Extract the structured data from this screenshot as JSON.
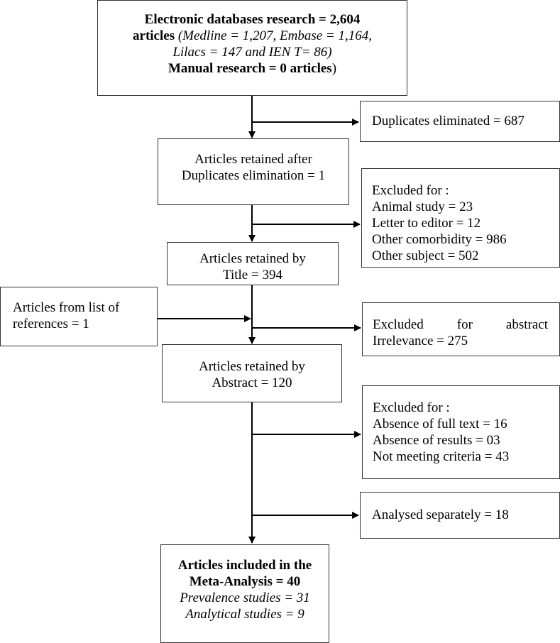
{
  "boxes": {
    "search": {
      "line1": "Electronic databases research = 2,604",
      "line2_bold": "articles",
      "line2_ital": "(Medline = 1,207, Embase = 1,164,",
      "line3_ital": "Lilacs = 147 and IEN T= 86)",
      "line4_bold": "Manual research = 0 articles",
      "line4_tail": ")"
    },
    "duplicates": {
      "text": "Duplicates eliminated = 687"
    },
    "retained_dup": {
      "line1": "Articles retained after",
      "line2": "Duplicates elimination = 1"
    },
    "excluded_title": {
      "header": "Excluded for :",
      "items": [
        "Animal study = 23",
        "Letter to editor = 12",
        "Other comorbidity = 986",
        "Other subject = 502"
      ]
    },
    "retained_title": {
      "line1": "Articles retained by",
      "line2": "Title = 394"
    },
    "references": {
      "line1": "Articles from list of",
      "line2": "references = 1"
    },
    "excluded_abstract": {
      "word1": "Excluded",
      "word2": "for",
      "word3": "abstract",
      "line2": "Irrelevance = 275"
    },
    "retained_abstract": {
      "line1": "Articles retained by",
      "line2": "Abstract = 120"
    },
    "excluded_fulltext": {
      "header": "Excluded for :",
      "items": [
        "Absence of full text = 16",
        "Absence of results = 03",
        "Not meeting criteria = 43"
      ]
    },
    "separate": {
      "text": "Analysed separately = 18"
    },
    "included": {
      "line1": "Articles included in the",
      "line2": "Meta-Analysis = 40",
      "line3": "Prevalence studies = 31",
      "line4": "Analytical studies = 9"
    }
  }
}
